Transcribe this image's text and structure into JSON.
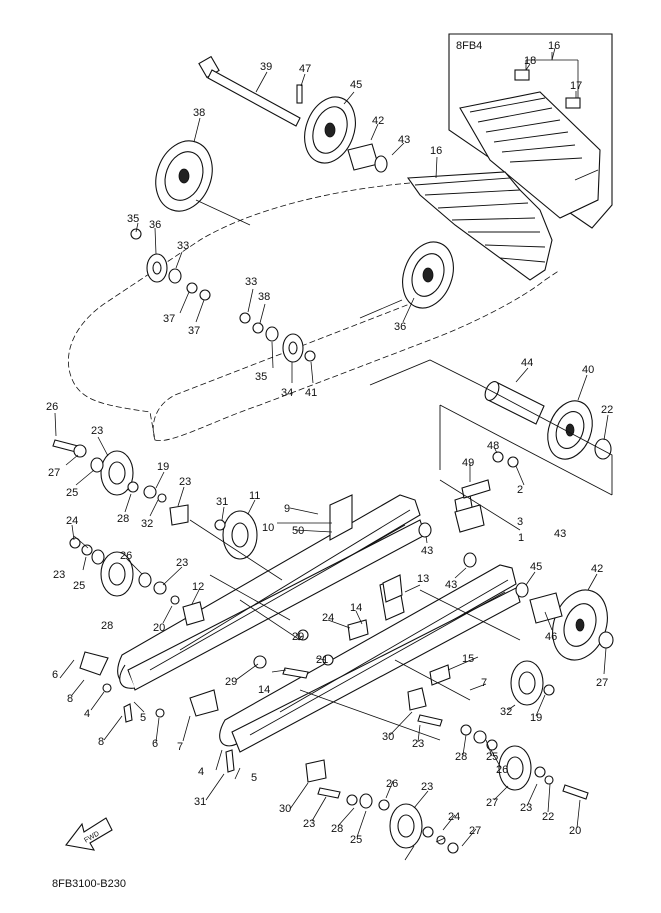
{
  "inset": {
    "label": "8FB4"
  },
  "fwd_arrow": {
    "label": "FWD"
  },
  "figure_code": "8FB3100-B230",
  "callouts": [
    {
      "id": "c39",
      "text": "39"
    },
    {
      "id": "c47",
      "text": "47"
    },
    {
      "id": "c45a",
      "text": "45"
    },
    {
      "id": "c38a",
      "text": "38"
    },
    {
      "id": "c42a",
      "text": "42"
    },
    {
      "id": "c43a",
      "text": "43"
    },
    {
      "id": "c16a",
      "text": "16"
    },
    {
      "id": "c16b",
      "text": "16"
    },
    {
      "id": "c18",
      "text": "18"
    },
    {
      "id": "c17",
      "text": "17"
    },
    {
      "id": "c34a",
      "text": "34"
    },
    {
      "id": "c35a",
      "text": "35"
    },
    {
      "id": "c36a",
      "text": "36"
    },
    {
      "id": "c33a",
      "text": "33"
    },
    {
      "id": "c37a",
      "text": "37"
    },
    {
      "id": "c37b",
      "text": "37"
    },
    {
      "id": "c33b",
      "text": "33"
    },
    {
      "id": "c38b",
      "text": "38"
    },
    {
      "id": "c36b",
      "text": "36"
    },
    {
      "id": "c35b",
      "text": "35"
    },
    {
      "id": "c34b",
      "text": "34"
    },
    {
      "id": "c41",
      "text": "41"
    },
    {
      "id": "c44",
      "text": "44"
    },
    {
      "id": "c40",
      "text": "40"
    },
    {
      "id": "c22a",
      "text": "22"
    },
    {
      "id": "c26a",
      "text": "26"
    },
    {
      "id": "c23a",
      "text": "23"
    },
    {
      "id": "c27a",
      "text": "27"
    },
    {
      "id": "c25a",
      "text": "25"
    },
    {
      "id": "c28a",
      "text": "28"
    },
    {
      "id": "c19a",
      "text": "19"
    },
    {
      "id": "c23b",
      "text": "23"
    },
    {
      "id": "c32a",
      "text": "32"
    },
    {
      "id": "c31a",
      "text": "31"
    },
    {
      "id": "c11",
      "text": "11"
    },
    {
      "id": "c9",
      "text": "9"
    },
    {
      "id": "c10",
      "text": "10"
    },
    {
      "id": "c50",
      "text": "50"
    },
    {
      "id": "c48",
      "text": "48"
    },
    {
      "id": "c49",
      "text": "49"
    },
    {
      "id": "c2",
      "text": "2"
    },
    {
      "id": "c3",
      "text": "3"
    },
    {
      "id": "c1",
      "text": "1"
    },
    {
      "id": "c43b",
      "text": "43"
    },
    {
      "id": "c43c",
      "text": "43"
    },
    {
      "id": "c43d",
      "text": "43"
    },
    {
      "id": "c45b",
      "text": "45"
    },
    {
      "id": "c42b",
      "text": "42"
    },
    {
      "id": "c46",
      "text": "46"
    },
    {
      "id": "c27b",
      "text": "27"
    },
    {
      "id": "c24a",
      "text": "24"
    },
    {
      "id": "c23c",
      "text": "23"
    },
    {
      "id": "c25b",
      "text": "25"
    },
    {
      "id": "c26b",
      "text": "26"
    },
    {
      "id": "c28b",
      "text": "28"
    },
    {
      "id": "c23d",
      "text": "23"
    },
    {
      "id": "c20a",
      "text": "20"
    },
    {
      "id": "c12",
      "text": "12"
    },
    {
      "id": "c13",
      "text": "13"
    },
    {
      "id": "c14a",
      "text": "14"
    },
    {
      "id": "c24b",
      "text": "24"
    },
    {
      "id": "c29a",
      "text": "29"
    },
    {
      "id": "c29b",
      "text": "29"
    },
    {
      "id": "c21",
      "text": "21"
    },
    {
      "id": "c14b",
      "text": "14"
    },
    {
      "id": "c15",
      "text": "15"
    },
    {
      "id": "c7a",
      "text": "7"
    },
    {
      "id": "c6a",
      "text": "6"
    },
    {
      "id": "c8a",
      "text": "8"
    },
    {
      "id": "c4a",
      "text": "4"
    },
    {
      "id": "c5a",
      "text": "5"
    },
    {
      "id": "c8b",
      "text": "8"
    },
    {
      "id": "c6b",
      "text": "6"
    },
    {
      "id": "c7b",
      "text": "7"
    },
    {
      "id": "c4b",
      "text": "4"
    },
    {
      "id": "c5b",
      "text": "5"
    },
    {
      "id": "c31b",
      "text": "31"
    },
    {
      "id": "c32b",
      "text": "32"
    },
    {
      "id": "c19b",
      "text": "19"
    },
    {
      "id": "c30a",
      "text": "30"
    },
    {
      "id": "c23e",
      "text": "23"
    },
    {
      "id": "c28c",
      "text": "28"
    },
    {
      "id": "c25c",
      "text": "25"
    },
    {
      "id": "c26c",
      "text": "26"
    },
    {
      "id": "c27c",
      "text": "27"
    },
    {
      "id": "c23f",
      "text": "23"
    },
    {
      "id": "c22b",
      "text": "22"
    },
    {
      "id": "c20b",
      "text": "20"
    },
    {
      "id": "c30b",
      "text": "30"
    },
    {
      "id": "c23g",
      "text": "23"
    },
    {
      "id": "c28d",
      "text": "28"
    },
    {
      "id": "c25d",
      "text": "25"
    },
    {
      "id": "c26d",
      "text": "26"
    },
    {
      "id": "c23h",
      "text": "23"
    },
    {
      "id": "c24c",
      "text": "24"
    },
    {
      "id": "c27d",
      "text": "27"
    }
  ]
}
